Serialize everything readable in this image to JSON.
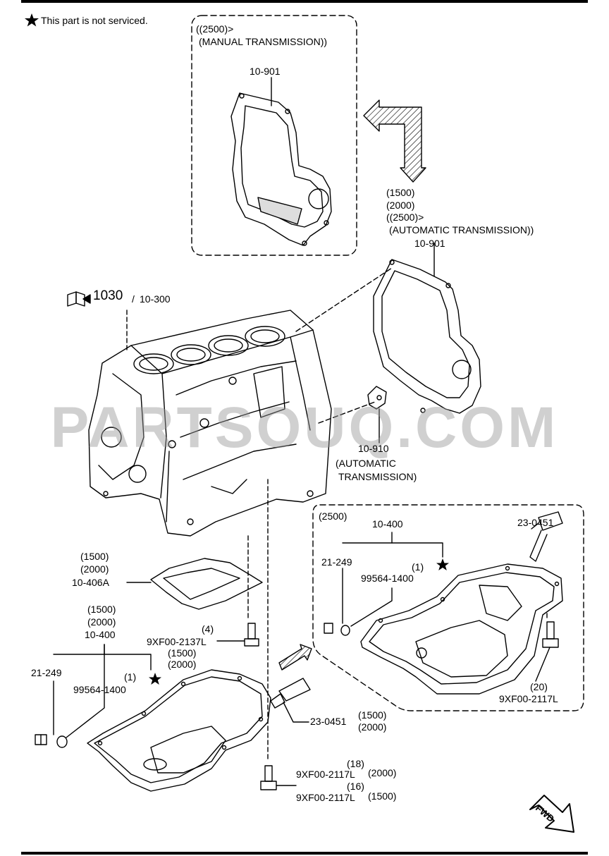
{
  "legend": {
    "star_note": "This part is not serviced."
  },
  "manual_box": {
    "line1": "((2500)>",
    "line2": "(MANUAL TRANSMISSION))",
    "part": "10-901"
  },
  "auto_plate": {
    "line1": "(1500)",
    "line2": "(2000)",
    "line3": "((2500)>",
    "line4": "(AUTOMATIC TRANSMISSION))",
    "part": "10-901"
  },
  "block": {
    "ref_code": "1030",
    "ref_sep": "/",
    "part": "10-300"
  },
  "plate_910": {
    "part": "10-910",
    "note1": "(AUTOMATIC",
    "note2": "TRANSMISSION)"
  },
  "baffle": {
    "q1": "(1500)",
    "q2": "(2000)",
    "part": "10-406A"
  },
  "bolt_2137": {
    "qty": "(4)",
    "part": "9XF00-2137L",
    "q1": "(1500)",
    "q2": "(2000)"
  },
  "pan_left": {
    "q1": "(1500)",
    "q2": "(2000)",
    "part": "10-400",
    "plug": "21-249",
    "gasket_qty": "(1)",
    "gasket": "99564-1400"
  },
  "strainer_left": {
    "part": "23-0451",
    "q1": "(1500)",
    "q2": "(2000)"
  },
  "bolts_bottom": {
    "qty18": "(18)",
    "part18": "9XF00-2117L",
    "app18": "(2000)",
    "qty16": "(16)",
    "part16": "9XF00-2117L",
    "app16": "(1500)"
  },
  "pan_right": {
    "variant": "(2500)",
    "part": "10-400",
    "plug": "21-249",
    "gasket_qty": "(1)",
    "gasket": "99564-1400",
    "strainer": "23-0451",
    "bolt_qty": "(20)",
    "bolt": "9XF00-2117L"
  },
  "fwd": {
    "label": "FWD"
  },
  "watermark": "PARTSOUQ.COM"
}
